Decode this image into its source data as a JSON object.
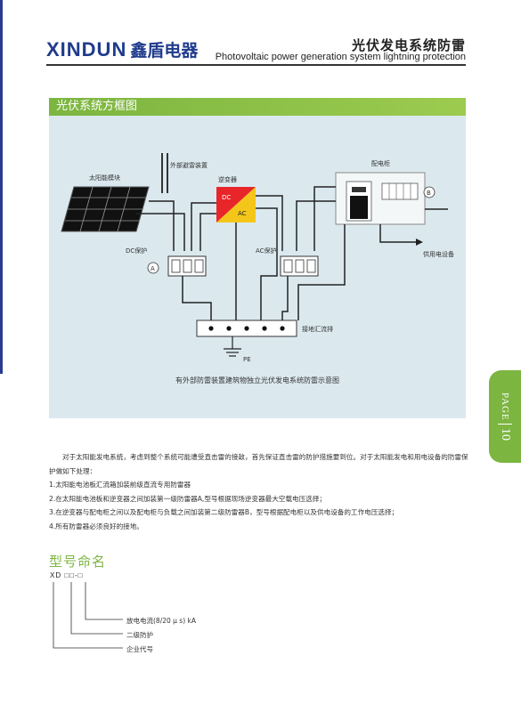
{
  "header": {
    "logo_en": "XINDUN",
    "logo_cn": "鑫盾电器",
    "title_cn": "光伏发电系统防雷",
    "title_en": "Photovoltaic power generation system lightning protection"
  },
  "section1": {
    "title": "光伏系统方框图",
    "diagram": {
      "solar_label": "太阳能模块",
      "rod_label": "外部避雷装置",
      "inverter_label": "逆变器",
      "dc_text": "DC",
      "ac_text": "AC",
      "cabinet_label": "配电柜",
      "dc_protect": "DC保护",
      "ac_protect": "AC保护",
      "marker_a": "A",
      "marker_b": "B",
      "supply_label": "供用电设备",
      "ground_bar_label": "接地汇流排",
      "pe_label": "PE",
      "caption": "有外部防雷装置建筑物独立光伏发电系统防雷示意图"
    }
  },
  "text": {
    "intro": "对于太阳能发电系统，考虑到整个系统可能遭受直击雷的接敌，首先保证直击雷的防护措施要到位。对于太阳能发电和用电设备的防雷保护做如下处理：",
    "items": [
      "1.太阳能电池板汇流箱加装前级直流专用防雷器",
      "2.在太阳能电池板和逆变器之间加装第一级防雷器A,型号根据现场逆变器最大空载电压选择；",
      "3.在逆变器与配电柜之间以及配电柜与负载之间加装第二级防雷器B，型号根据配电柜以及供电设备的工作电压选择；",
      "4.所有防雷器必须良好的接地。"
    ]
  },
  "model": {
    "title": "型号命名",
    "code": "XD □□-□",
    "items": [
      "放电电流(8/20 μ s) kA",
      "二级防护",
      "企业代号"
    ]
  },
  "page_tab": {
    "label": "PAGE",
    "number": "10"
  },
  "colors": {
    "brand_blue": "#1f3b8c",
    "accent_green": "#7cb540",
    "diagram_bg": "#dbe9ef",
    "inverter_red": "#e8262a",
    "inverter_yellow": "#f4c61a"
  }
}
